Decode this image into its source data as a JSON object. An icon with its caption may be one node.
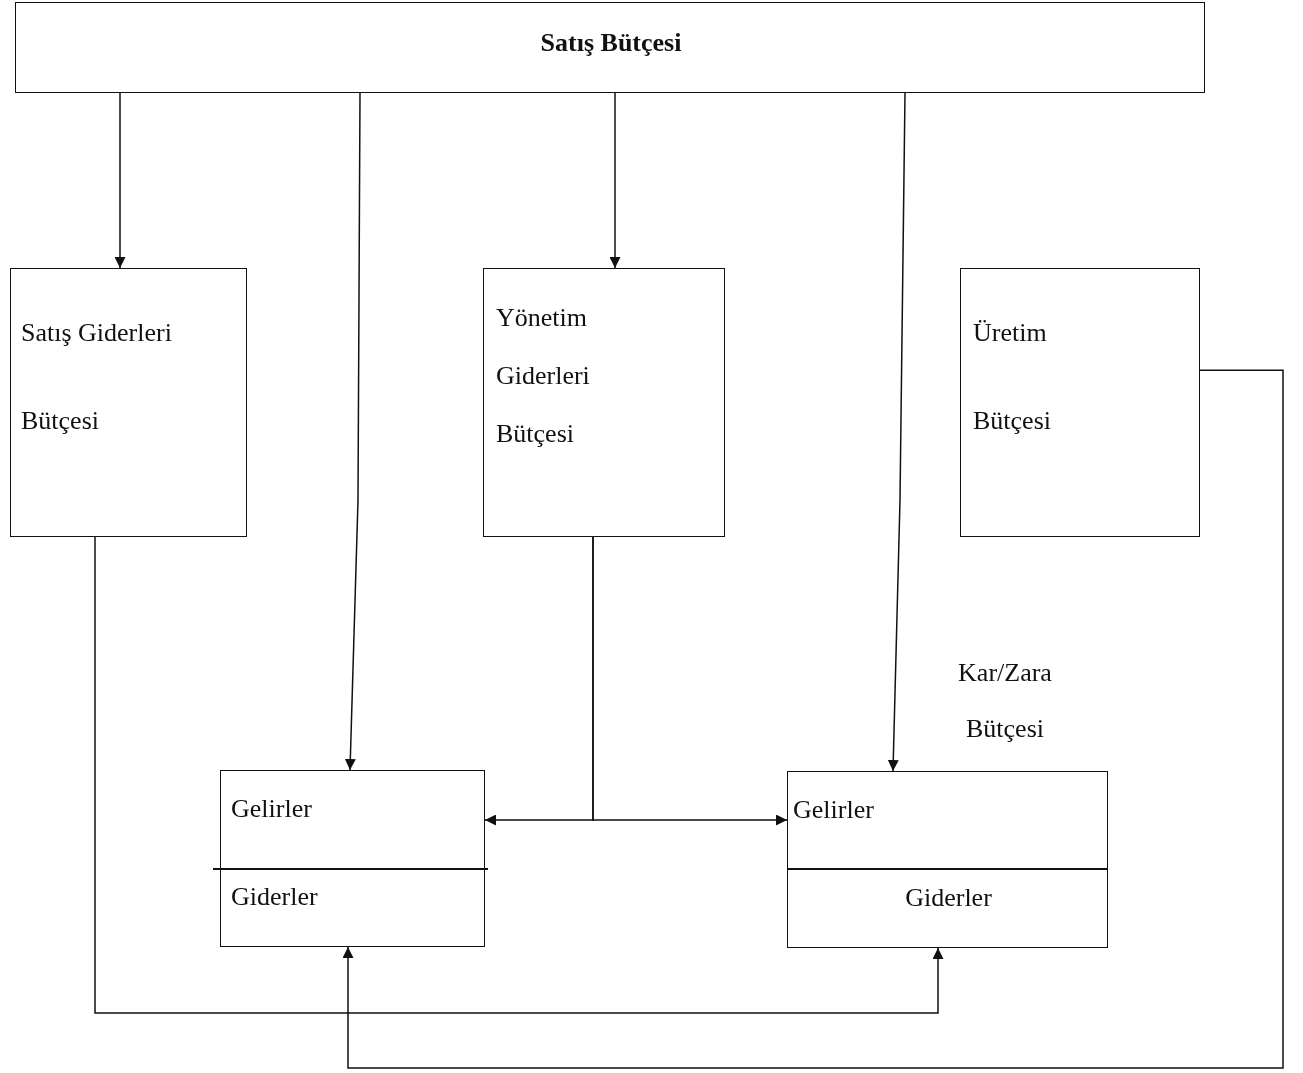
{
  "diagram": {
    "nodes": [
      {
        "text": [
          "Satış Bütçesi"
        ]
      },
      {
        "text": [
          "Satış Giderleri Bütçesi"
        ]
      },
      {
        "text": [
          "Yönetim Giderleri Bütçesi"
        ]
      },
      {
        "text": [
          "Üretim Bütçesi"
        ]
      },
      {
        "text": [
          "Gelirler",
          "Giderler"
        ]
      },
      {
        "text": [
          "Gelirler",
          "Giderler"
        ]
      }
    ],
    "edges": [
      {
        "from": 0,
        "to": 1,
        "arrow": "to"
      },
      {
        "from": 0,
        "to": 4,
        "arrow": "to"
      },
      {
        "from": 0,
        "to": 2,
        "arrow": "to"
      },
      {
        "from": 0,
        "to": 5,
        "arrow": "to"
      },
      {
        "from": 2,
        "to": 4,
        "arrow": "to"
      },
      {
        "from": 2,
        "to": 5,
        "arrow": "to"
      },
      {
        "from": 1,
        "to": 5,
        "arrow": "to"
      },
      {
        "from": 3,
        "to": 4,
        "arrow": "to"
      }
    ],
    "labels": [
      "Kar/Zara Bütçesi"
    ]
  }
}
